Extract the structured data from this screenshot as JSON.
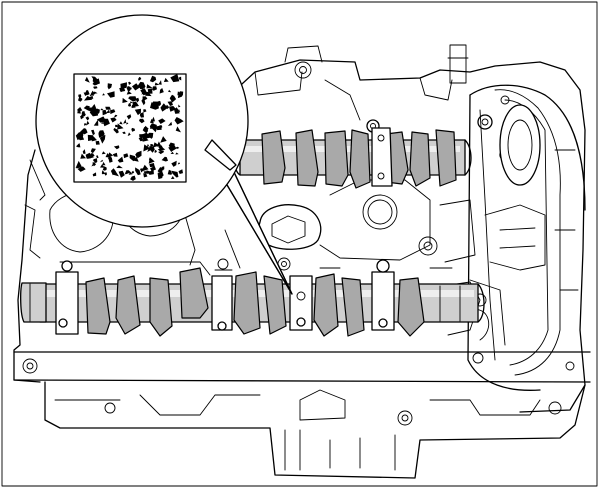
{
  "figure": {
    "frame": true,
    "colors": {
      "line": "#000000",
      "camshaft_fill": "#cfcfcf",
      "lobe_fill": "#a9a9a9",
      "background": "#ffffff"
    },
    "parts": {
      "cylinder_head": "cylinder-head",
      "intake_camshaft": "camshaft",
      "exhaust_camshaft": "camshaft",
      "timing_cover": "timing-chain-cover",
      "detail_callout": "magnified-circle-with-speckle-pattern"
    }
  }
}
